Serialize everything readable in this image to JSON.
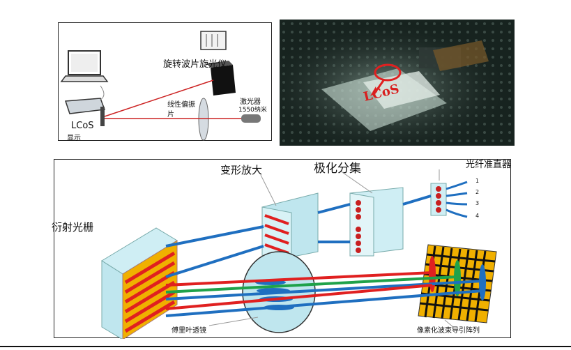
{
  "setup": {
    "rotator_label": "旋转波片旋光仪",
    "polarizer_label_1": "线性偏振",
    "polarizer_label_2": "片",
    "laser_label_1": "激光器",
    "laser_label_2": "1550纳米",
    "lcos_label_1": "LCoS",
    "lcos_label_2": "显示"
  },
  "photo": {
    "chip_label": "LCoS"
  },
  "wss": {
    "anamorphic_label": "变形放大",
    "polarization_label": "极化分集",
    "collimator_label": "光纤准直器",
    "grating_label": "衍射光栅",
    "lens_label": "傅里叶透镜",
    "array_label": "像素化波束导引阵列",
    "ports": [
      "1",
      "2",
      "3",
      "4"
    ]
  },
  "colors": {
    "beam_red": "#e02020",
    "beam_blue": "#1f6fc0",
    "beam_green": "#1fa24a",
    "optic_fill": "#bfe6ee",
    "laser_line": "#cc2222"
  }
}
